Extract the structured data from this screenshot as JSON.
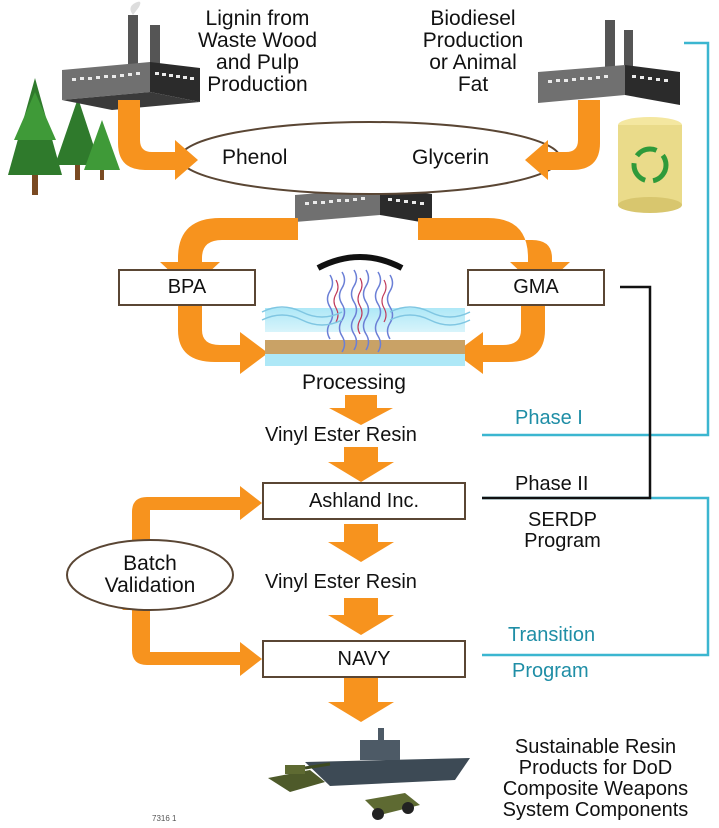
{
  "sources": {
    "lignin": [
      "Lignin from",
      "Waste Wood",
      "and Pulp",
      "Production"
    ],
    "biodiesel": [
      "Biodiesel",
      "Production",
      "or Animal",
      "Fat"
    ]
  },
  "intermediates": {
    "phenol": "Phenol",
    "glycerin": "Glycerin"
  },
  "boxes": {
    "bpa": "BPA",
    "gma": "GMA",
    "ashland": "Ashland Inc.",
    "navy": "NAVY"
  },
  "steps": {
    "processing": "Processing",
    "resin_1": "Vinyl Ester Resin",
    "resin_2": "Vinyl Ester Resin",
    "batch_validation": [
      "Batch",
      "Validation"
    ]
  },
  "phases": {
    "phase_1": "Phase I",
    "phase_2": "Phase II",
    "serdp": [
      "SERDP",
      "Program"
    ],
    "transition": [
      "Transition",
      "Program"
    ]
  },
  "output": [
    "Sustainable Resin",
    "Products for DoD",
    "Composite Weapons",
    "System Components"
  ],
  "footnote": "7316 1",
  "colors": {
    "arrow": "#f7931e",
    "teal_line": "#3bb6d0",
    "teal_text": "#1f8ea6",
    "black_line": "#111111",
    "box_border": "#5a4634"
  }
}
